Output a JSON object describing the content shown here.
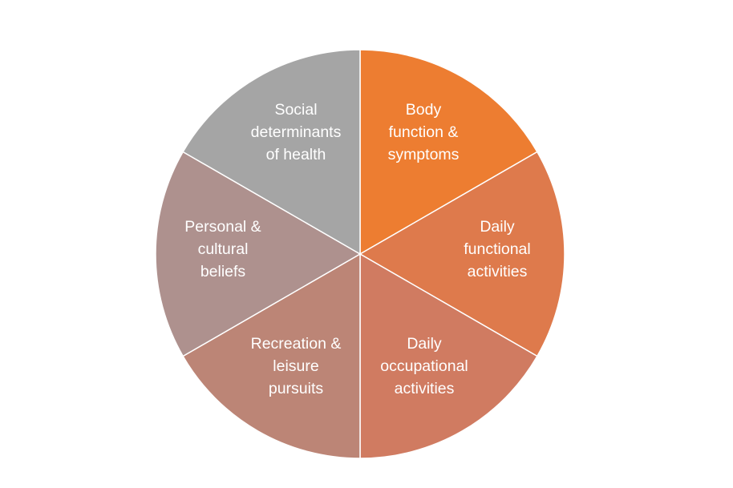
{
  "diagram": {
    "segments": [
      {
        "id": "body-function",
        "lines": [
          "Body",
          "function &",
          "symptoms"
        ],
        "color": "#ED7D31"
      },
      {
        "id": "daily-functional",
        "lines": [
          "Daily",
          "functional",
          "activities"
        ],
        "color": "#DE7A4C"
      },
      {
        "id": "daily-occupational",
        "lines": [
          "Daily",
          "occupational",
          "activities"
        ],
        "color": "#D07B61"
      },
      {
        "id": "recreation-leisure",
        "lines": [
          "Recreation &",
          "leisure",
          "pursuits"
        ],
        "color": "#BC8576"
      },
      {
        "id": "personal-cultural",
        "lines": [
          "Personal &",
          "cultural",
          "beliefs"
        ],
        "color": "#AE918E"
      },
      {
        "id": "social-determinants",
        "lines": [
          "Social",
          "determinants",
          "of health"
        ],
        "color": "#A5A5A5"
      }
    ]
  }
}
